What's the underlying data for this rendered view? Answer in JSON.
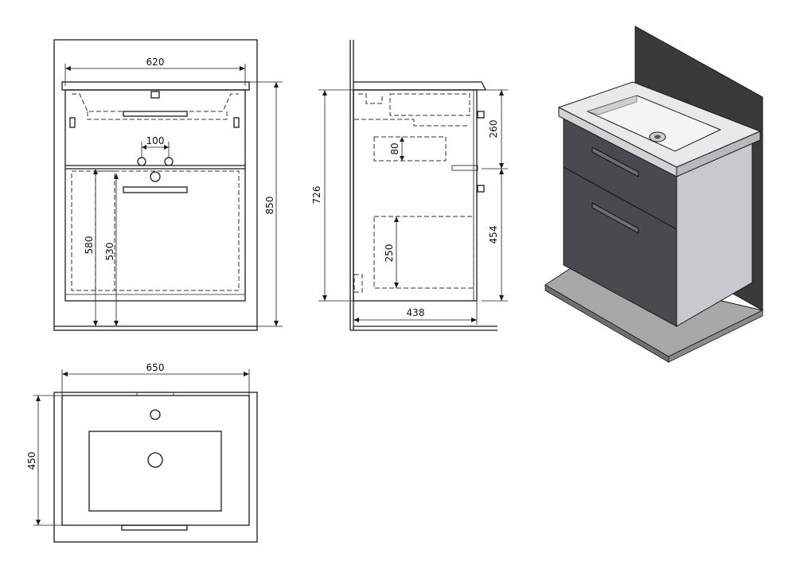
{
  "dimensions": {
    "front_width": "620",
    "hole_spacing": "100",
    "height_580": "580",
    "height_530": "530",
    "total_height": "850",
    "side_height": "726",
    "upper_drawer": "260",
    "lower_drawer": "454",
    "siphon_box": "80",
    "lower_box": "250",
    "depth": "438",
    "top_width": "650",
    "top_depth": "450"
  },
  "colors": {
    "cabinet_front": "#4a4a4e",
    "cabinet_side": "#c9c9cd",
    "wall": "#3a3a3a",
    "floor": "#a8a8a8",
    "basin": "#e9e9e9",
    "line": "#1a1a1a"
  },
  "icons": [
    "front-view",
    "side-view",
    "top-view",
    "isometric-view"
  ]
}
